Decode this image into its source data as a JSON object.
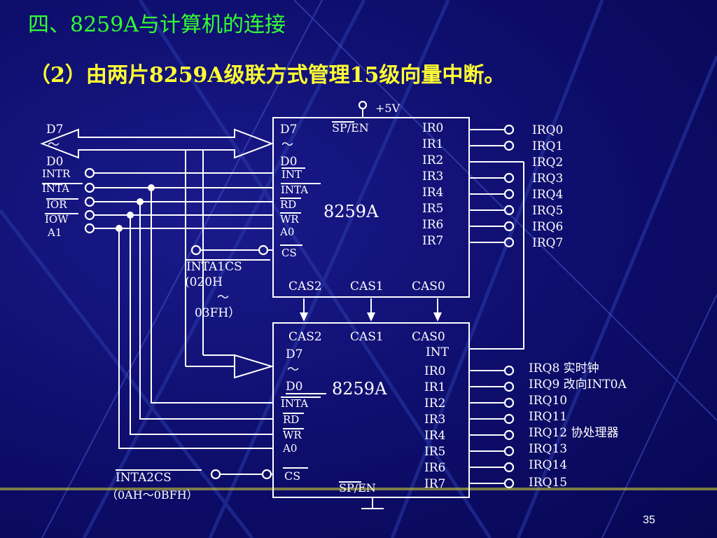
{
  "slide": {
    "title": "四、8259A与计算机的连接",
    "subtitle": "（2）由两片8259A级联方式管理15级向量中断。",
    "page_number": "35"
  },
  "left_bus": {
    "d7": "D7",
    "tilde": "～",
    "d0": "D0",
    "intr": "INTR",
    "inta": "INTA",
    "ior": "IOR",
    "iow": "IOW",
    "a1": "A1"
  },
  "power": {
    "label": "+5V"
  },
  "master": {
    "name": "8259A",
    "d7": "D7",
    "tilde": "～",
    "d0": "D0",
    "int": "INT",
    "inta": "INTA",
    "rd": "RD",
    "wr": "WR",
    "a0": "A0",
    "cs": "CS",
    "sp_en": "SP/EN",
    "ir": [
      "IR0",
      "IR1",
      "IR2",
      "IR3",
      "IR4",
      "IR5",
      "IR6",
      "IR7"
    ],
    "cas": [
      "CAS2",
      "CAS1",
      "CAS0"
    ]
  },
  "master_irq": [
    "IRQ0",
    "IRQ1",
    "IRQ2",
    "IRQ3",
    "IRQ4",
    "IRQ5",
    "IRQ6",
    "IRQ7"
  ],
  "inta1cs": {
    "label": "INTA1CS",
    "range1": "(020H",
    "tilde": "～",
    "range2": "03FH）"
  },
  "slave": {
    "name": "8259A",
    "cas": [
      "CAS2",
      "CAS1",
      "CAS0"
    ],
    "int": "INT",
    "d7": "D7",
    "tilde": "～",
    "d0": "D0",
    "inta": "INTA",
    "rd": "RD",
    "wr": "WR",
    "a0": "A0",
    "cs": "CS",
    "sp_en": "SP/EN",
    "ir": [
      "IR0",
      "IR1",
      "IR2",
      "IR3",
      "IR4",
      "IR5",
      "IR6",
      "IR7"
    ]
  },
  "slave_irq": [
    "IRQ8 实时钟",
    "IRQ9 改向INT0A",
    "IRQ10",
    "IRQ11",
    "IRQ12 协处理器",
    "IRQ13",
    "IRQ14",
    "IRQ15"
  ],
  "inta2cs": {
    "label": "INTA2CS",
    "range": "（0AH～0BFH）"
  },
  "colors": {
    "background": "#0d0d6b",
    "title": "#33ff33",
    "subtitle": "#ffff33",
    "lines": "#ffffff"
  }
}
